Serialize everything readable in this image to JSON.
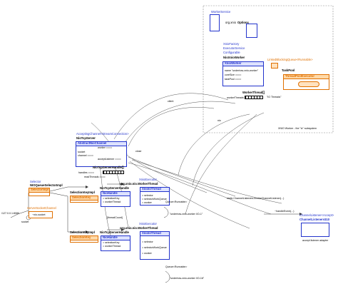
{
  "subsystem": {
    "worker_service": "WorkerService",
    "pkg_oio": "org.xnio",
    "options": "Options",
    "xnio_factory": "XnioFactory",
    "executor_service": "ExecutorService",
    "configurable": "Configurable",
    "nio_xnio_worker": "NioXnioWorker",
    "xnio_worker": "XnioWorker",
    "linked_blocking_queue": "LinkedBlockingQueue<Runnable>",
    "task_pool": "TaskPool",
    "thread_pool_executor": "ThreadPoolExecutor",
    "name_field": "name \"undertow-xnio-worker\"",
    "core_size": "coreSize ====",
    "task_pool_field": "taskPool ====",
    "worker_thread_label": "WorkerThread[]",
    "worker_threads_field": "workerThreads ====",
    "io_threads": "\"IO Threads\"",
    "caption": "XNIO Worker - the \"io\" subsystem",
    "client_label": "client",
    "nio_label": "nio"
  },
  "server": {
    "accepting_channel": "AcceptingChannel<StreamConnection>",
    "nio_tcp_server": "NioTcpServer",
    "abstract_nio_channel": "AbstractNioChannel",
    "worker_field": "worker ====",
    "socket_field": "socket",
    "channel_field": "channel ====",
    "accept_listener_field": "acceptListener ====",
    "nio_tcp_server_handle_arr": "NioTcpServerHandle[]",
    "handles_field": "handles ====",
    "read_worker_field": "readThreads ====",
    "close_label": "close"
  },
  "selector": {
    "selector": "Selector",
    "nio_queue_selector": "NIOQueueSelectorImpl",
    "selector_impl": "SelectorImpl",
    "server_socket_channel": "ServerSocketChannel",
    "nio_socket": "~nio-socket",
    "address": "/127.0.0.1:8080",
    "socket_label": "socket"
  },
  "handles": [
    {
      "selection_key_impl": "SelectionKeyImpl",
      "selection_key": "SelectionKey",
      "org_xnio_nio": "org.xnio.nio.WorkerThread",
      "xnio_executor": "XnioExecutor",
      "nio_tcp_server_handle": "NioTcpServerHandle",
      "nio_handle": "NioHandle",
      "xnio_io_thread": "XnioIoThread",
      "handle_fields": [
        "= selectionKey",
        "= workerThread"
      ],
      "wt_fields": [
        "= selector",
        "= selectorWorkQueue",
        "= worker"
      ],
      "queue_label": "Queue<Runnable>",
      "thread_name": "\"undertow-xnio-worker I/O-1\""
    },
    {
      "selection_key_impl": "SelectionKeyImpl",
      "selection_key": "SelectionKey",
      "org_xnio_nio": "org.xnio.nio.WorkerThread",
      "xnio_executor": "XnioExecutor",
      "nio_tcp_server_handle": "NioTcpServerHandle",
      "nio_handle": "NioHandle",
      "xnio_io_thread": "XnioIoThread",
      "handle_fields": [
        "= selectionKey",
        "= workerThread"
      ],
      "wt_fields": [
        "= selector",
        "= selectorWorkQueue",
        "= worker"
      ],
      "queue_label": "Queue<Runnable>",
      "thread_name": "\"undertow-xnio-worker I/O-16\""
    }
  ],
  "listener": {
    "notes": "static ChannelListeners.invokeChannelListener(...)",
    "handle_event": "~handleEvent(...)",
    "channel_listener": "ChannelListener<Accept>",
    "channel_listener_io": "ChannelListeners$10",
    "accept_adapter": "accept listener adapter",
    "thread_count": "[threadCount]"
  }
}
